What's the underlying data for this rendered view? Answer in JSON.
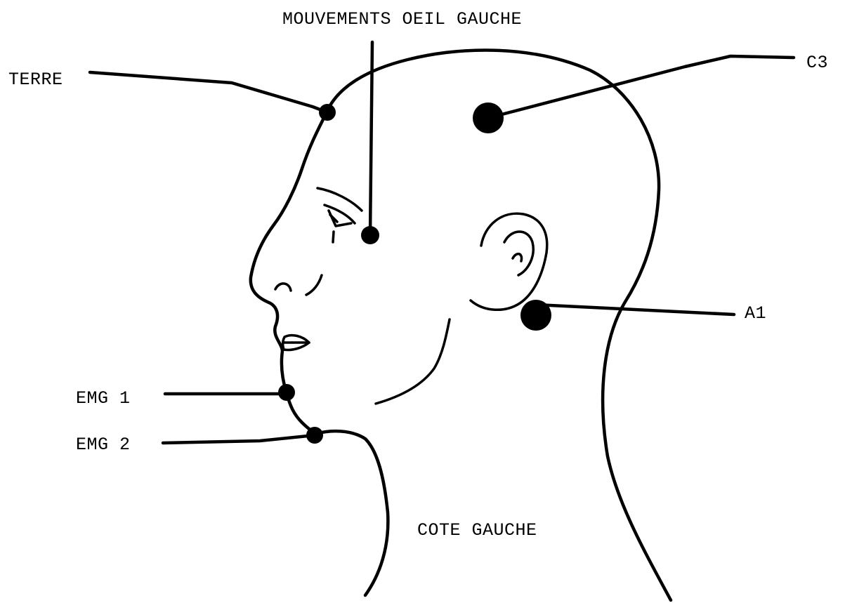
{
  "title": "MOUVEMENTS OEIL GAUCHE",
  "caption": "COTE GAUCHE",
  "labels": {
    "terre": "TERRE",
    "c3": "C3",
    "a1": "A1",
    "emg1": "EMG 1",
    "emg2": "EMG 2"
  },
  "colors": {
    "ink": "#000000",
    "background": "#ffffff"
  }
}
